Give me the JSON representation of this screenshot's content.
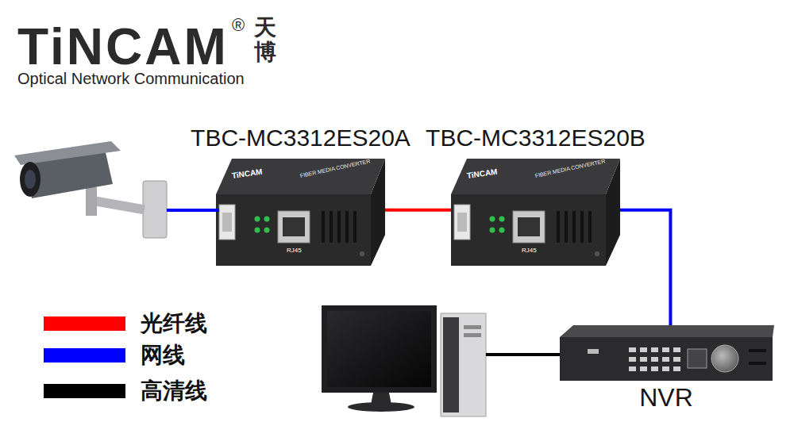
{
  "diagram": {
    "nodes": [
      {
        "text": [
          "TBC-MC3312ES20A"
        ]
      },
      {
        "text": [
          "TBC-MC3312ES20B"
        ]
      },
      {
        "text": [
          "NVR"
        ]
      }
    ],
    "edges": [
      {
        "from": 0,
        "to": 1,
        "arrow": "none"
      },
      {
        "from": 1,
        "to": 2,
        "arrow": "none"
      }
    ],
    "labels": [
      "TiNCAM",
      "®",
      "天博",
      "Optical Network Communication",
      "TiNCAM",
      "FIBER MEDIA CONVERTER",
      "RJ45",
      "TiNCAM",
      "FIBER MEDIA CONVERTER",
      "RJ45"
    ],
    "legend": [
      {
        "text": "光纤线",
        "color": "#ff0000"
      },
      {
        "text": "网线",
        "color": "#0000ff"
      },
      {
        "text": "高清线",
        "color": "#000000"
      }
    ]
  }
}
